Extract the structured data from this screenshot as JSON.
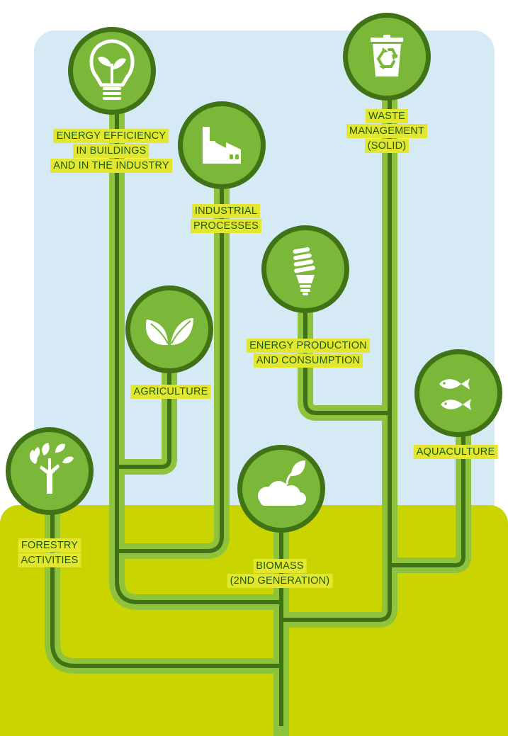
{
  "colors": {
    "panel": "#d6eaf6",
    "ground": "#cad401",
    "pipe_light": "#8fc33b",
    "pipe_dark": "#3f7316",
    "circle_ring": "#3f7316",
    "circle_fill": "#7bb83a",
    "label_bg": "#e3e62f",
    "label_text": "#1f5a0f",
    "icon": "#ffffff"
  },
  "nodes": {
    "energy_efficiency": {
      "icon": "lightbulb-sprout-icon",
      "label": [
        "ENERGY EFFICIENCY",
        "IN BUILDINGS",
        "AND IN THE INDUSTRY"
      ]
    },
    "industrial_processes": {
      "icon": "factory-icon",
      "label": [
        "INDUSTRIAL",
        "PROCESSES"
      ]
    },
    "waste_management": {
      "icon": "recycle-bin-icon",
      "label": [
        "WASTE",
        "MANAGEMENT",
        "(SOLID)"
      ]
    },
    "energy_production": {
      "icon": "cfl-bulb-icon",
      "label": [
        "ENERGY PRODUCTION",
        "AND CONSUMPTION"
      ]
    },
    "agriculture": {
      "icon": "leaves-icon",
      "label": [
        "AGRICULTURE"
      ]
    },
    "aquaculture": {
      "icon": "fish-icon",
      "label": [
        "AQUACULTURE"
      ]
    },
    "forestry_activities": {
      "icon": "tree-icon",
      "label": [
        "FORESTRY",
        "ACTIVITIES"
      ]
    },
    "biomass": {
      "icon": "biomass-cloud-icon",
      "label": [
        "BIOMASS",
        "(2ND GENERATION)"
      ]
    }
  }
}
